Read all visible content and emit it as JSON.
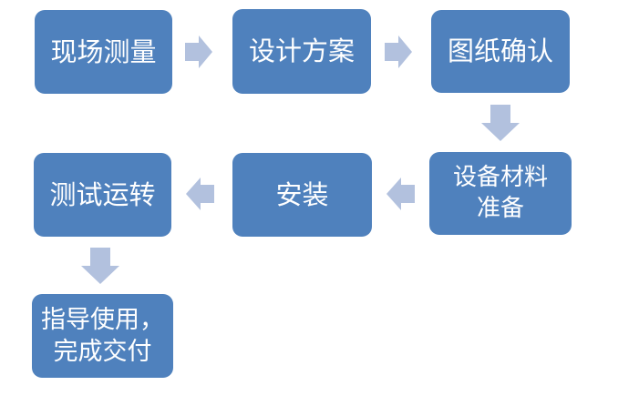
{
  "colors": {
    "background": "#FFFFFF",
    "node_fill": "#4F81BD",
    "node_text": "#FFFFFF",
    "arrow_fill": "#B2C1DE"
  },
  "flowchart": {
    "nodes": [
      {
        "id": "site-measurement",
        "label": "现场测量"
      },
      {
        "id": "design-plan",
        "label": "设计方案"
      },
      {
        "id": "drawing-confirmation",
        "label": "图纸确认"
      },
      {
        "id": "equipment-material-prep",
        "label": "设备材料\n准备"
      },
      {
        "id": "installation",
        "label": "安装"
      },
      {
        "id": "test-run",
        "label": "测试运转"
      },
      {
        "id": "delivery",
        "label": "指导使用，\n完成交付"
      }
    ],
    "connectors": [
      {
        "from": "现场测量",
        "to": "设计方案",
        "direction": "right"
      },
      {
        "from": "设计方案",
        "to": "图纸确认",
        "direction": "right"
      },
      {
        "from": "图纸确认",
        "to": "设备材料准备",
        "direction": "down"
      },
      {
        "from": "设备材料准备",
        "to": "安装",
        "direction": "left"
      },
      {
        "from": "安装",
        "to": "测试运转",
        "direction": "left"
      },
      {
        "from": "测试运转",
        "to": "指导使用，完成交付",
        "direction": "down"
      }
    ]
  }
}
